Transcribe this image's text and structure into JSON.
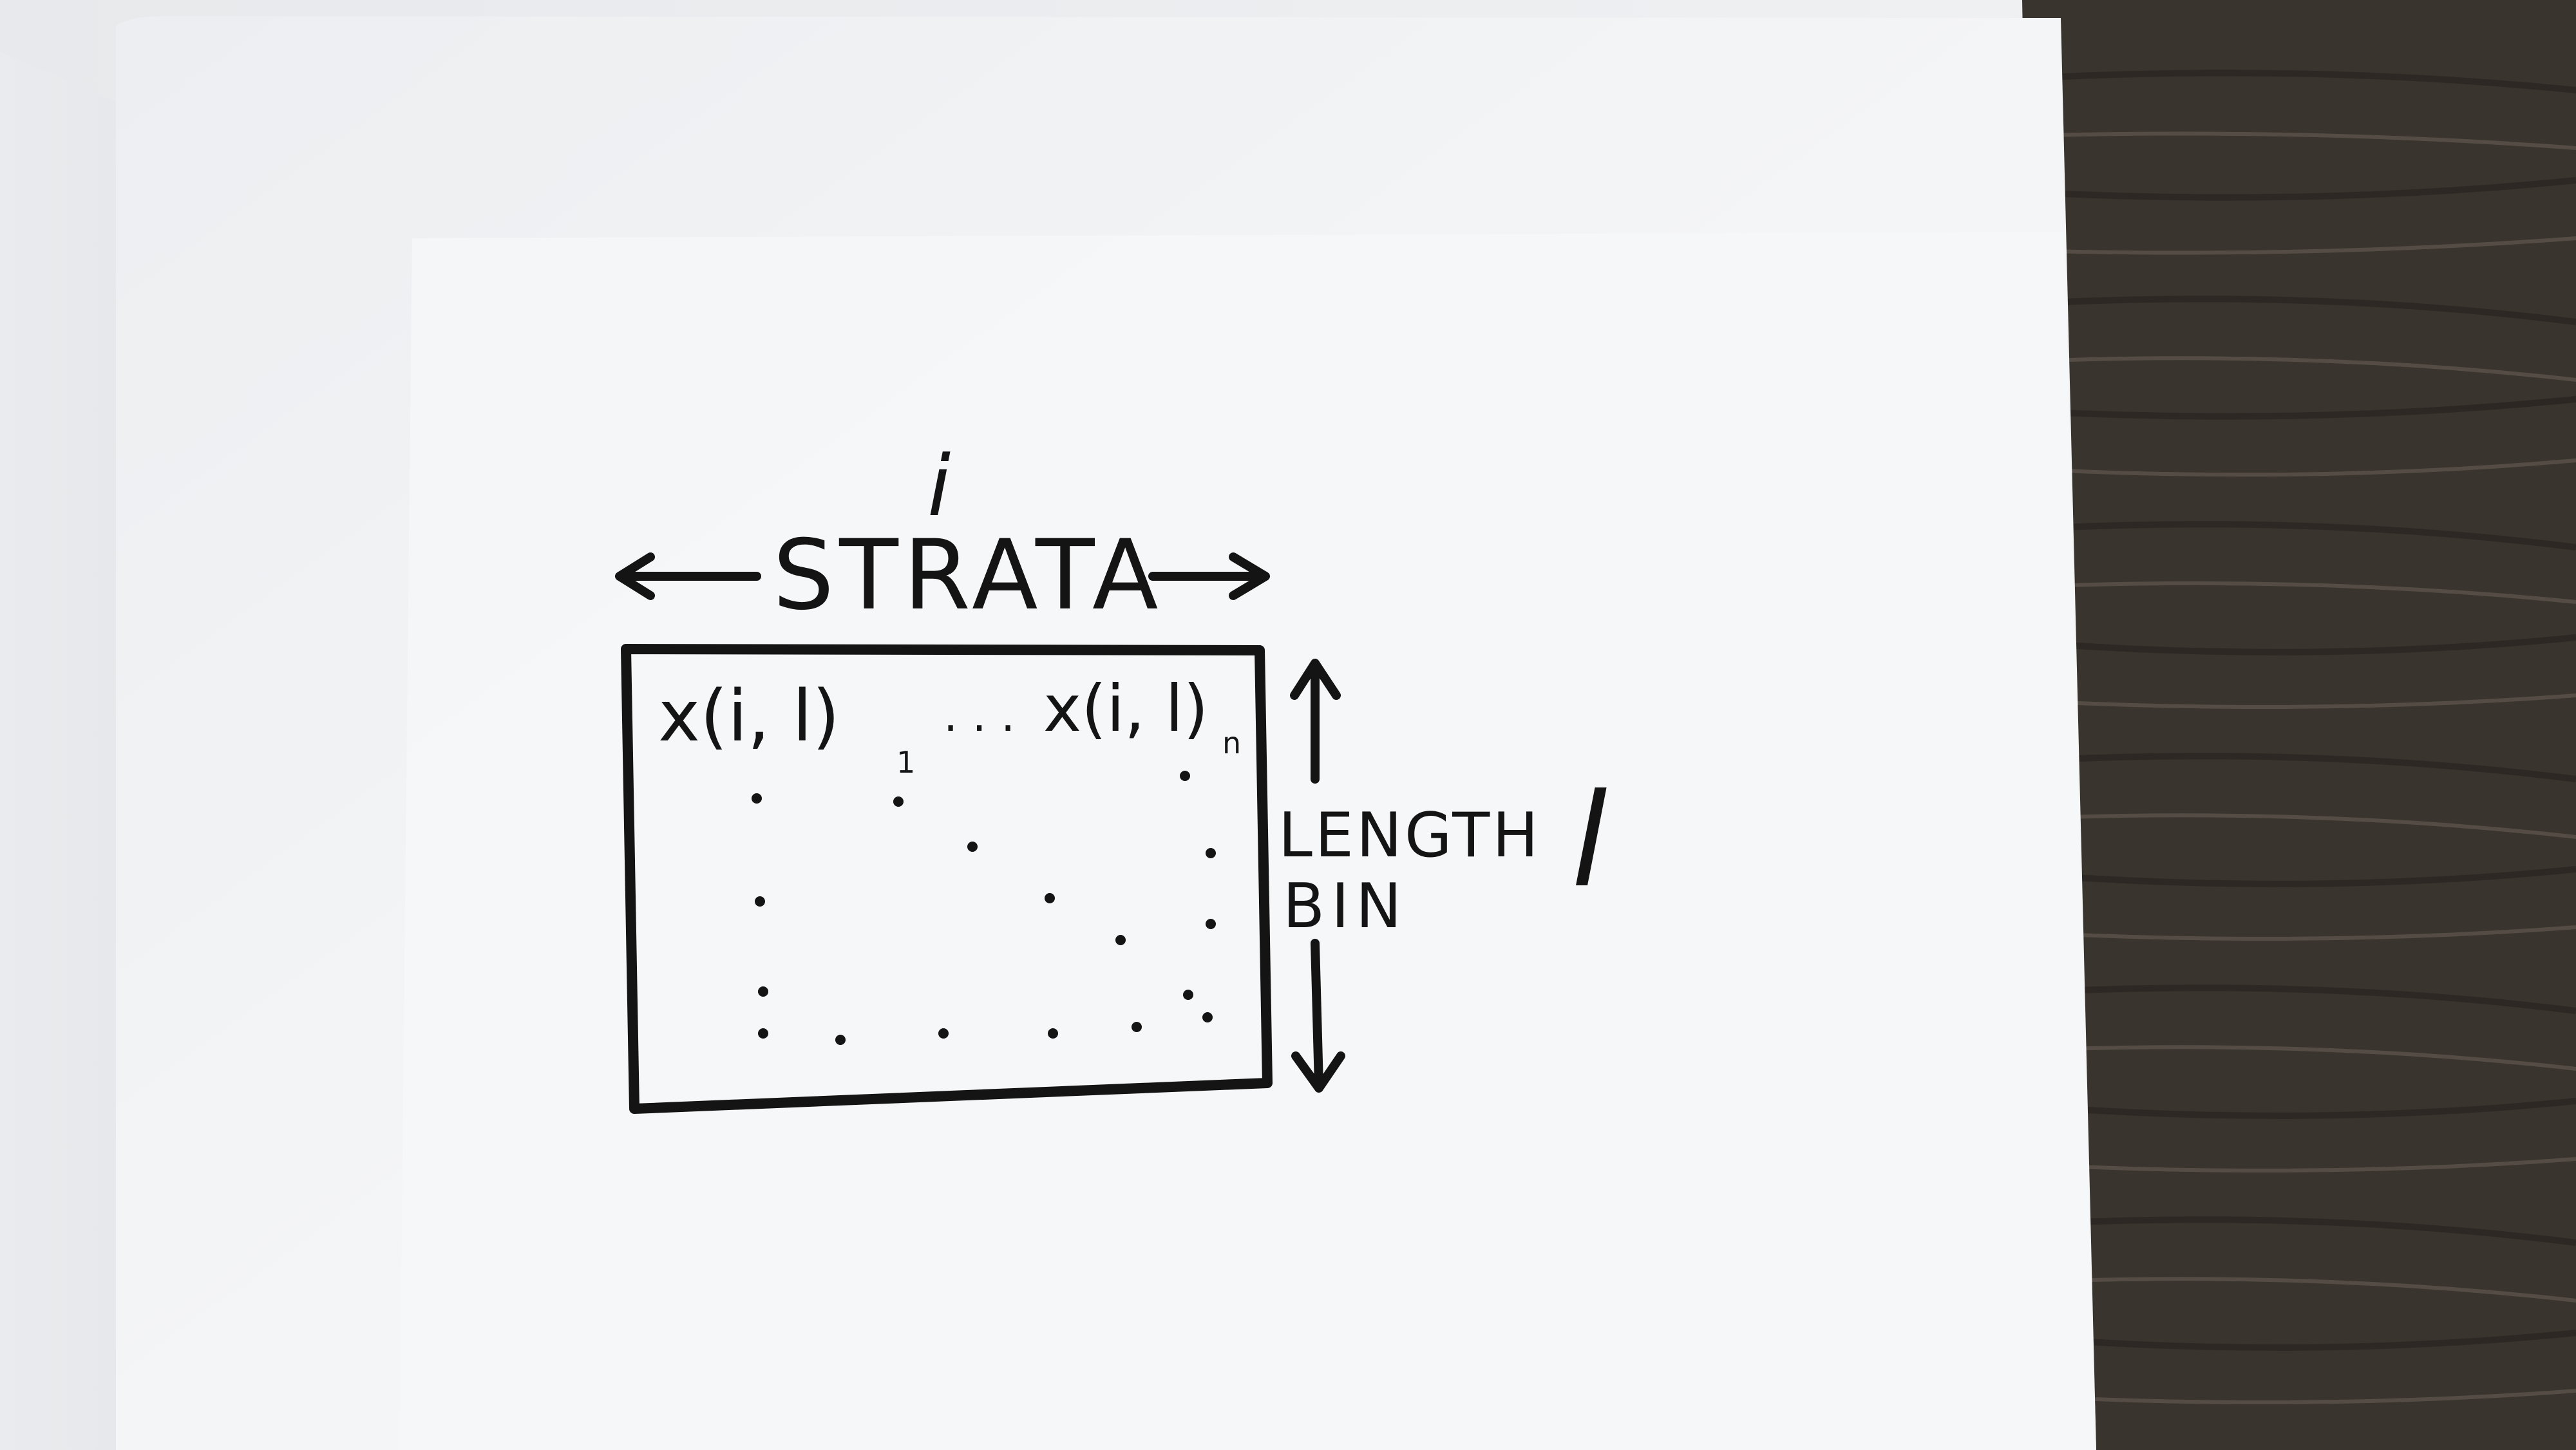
{
  "photo": {
    "table_color": "#3a342e",
    "paper_color": "#f2f3f5",
    "ink_color": "#141414"
  },
  "diagram": {
    "index_label": "i",
    "strata_label": "STRATA",
    "cell_first": "x(i, l)",
    "cell_first_subscript": "1",
    "cell_ellipsis": ". . .",
    "cell_last": "x(i, l)",
    "cell_last_subscript": "n",
    "length_bin_line1": "LENGTH",
    "length_bin_line2": "BIN",
    "length_symbol": "l"
  }
}
